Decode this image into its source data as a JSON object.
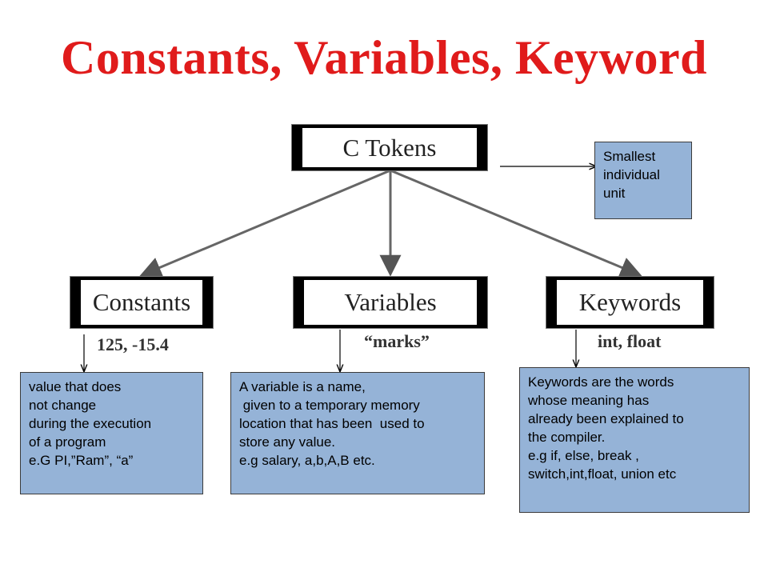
{
  "slide": {
    "title": "Constants, Variables, Keyword"
  },
  "colors": {
    "title": "#e01b1b",
    "note_fill": "#95b3d7",
    "note_border": "#3b3b3b"
  },
  "diagram": {
    "root": {
      "label": "C Tokens"
    },
    "children": [
      {
        "label": "Constants",
        "example": "125, -15.4"
      },
      {
        "label": "Variables",
        "example": "“marks”"
      },
      {
        "label": "Keywords",
        "example": "int, float"
      }
    ]
  },
  "notes": {
    "root": {
      "lines": [
        "Smallest",
        "individual",
        "unit"
      ]
    },
    "constants": {
      "lines": [
        "value that does",
        "not change",
        "during the execution",
        "of a program",
        "e.G PI,”Ram”, “a”"
      ]
    },
    "variables": {
      "lines": [
        "A variable is a name,",
        " given to a temporary memory",
        "location that has been  used to",
        "store any value.",
        "e.g salary, a,b,A,B etc."
      ]
    },
    "keywords": {
      "lines": [
        "Keywords are the words",
        "whose meaning has",
        "already been explained to",
        "the compiler.",
        "e.g if, else, break ,",
        "switch,int,float, union etc"
      ]
    }
  }
}
